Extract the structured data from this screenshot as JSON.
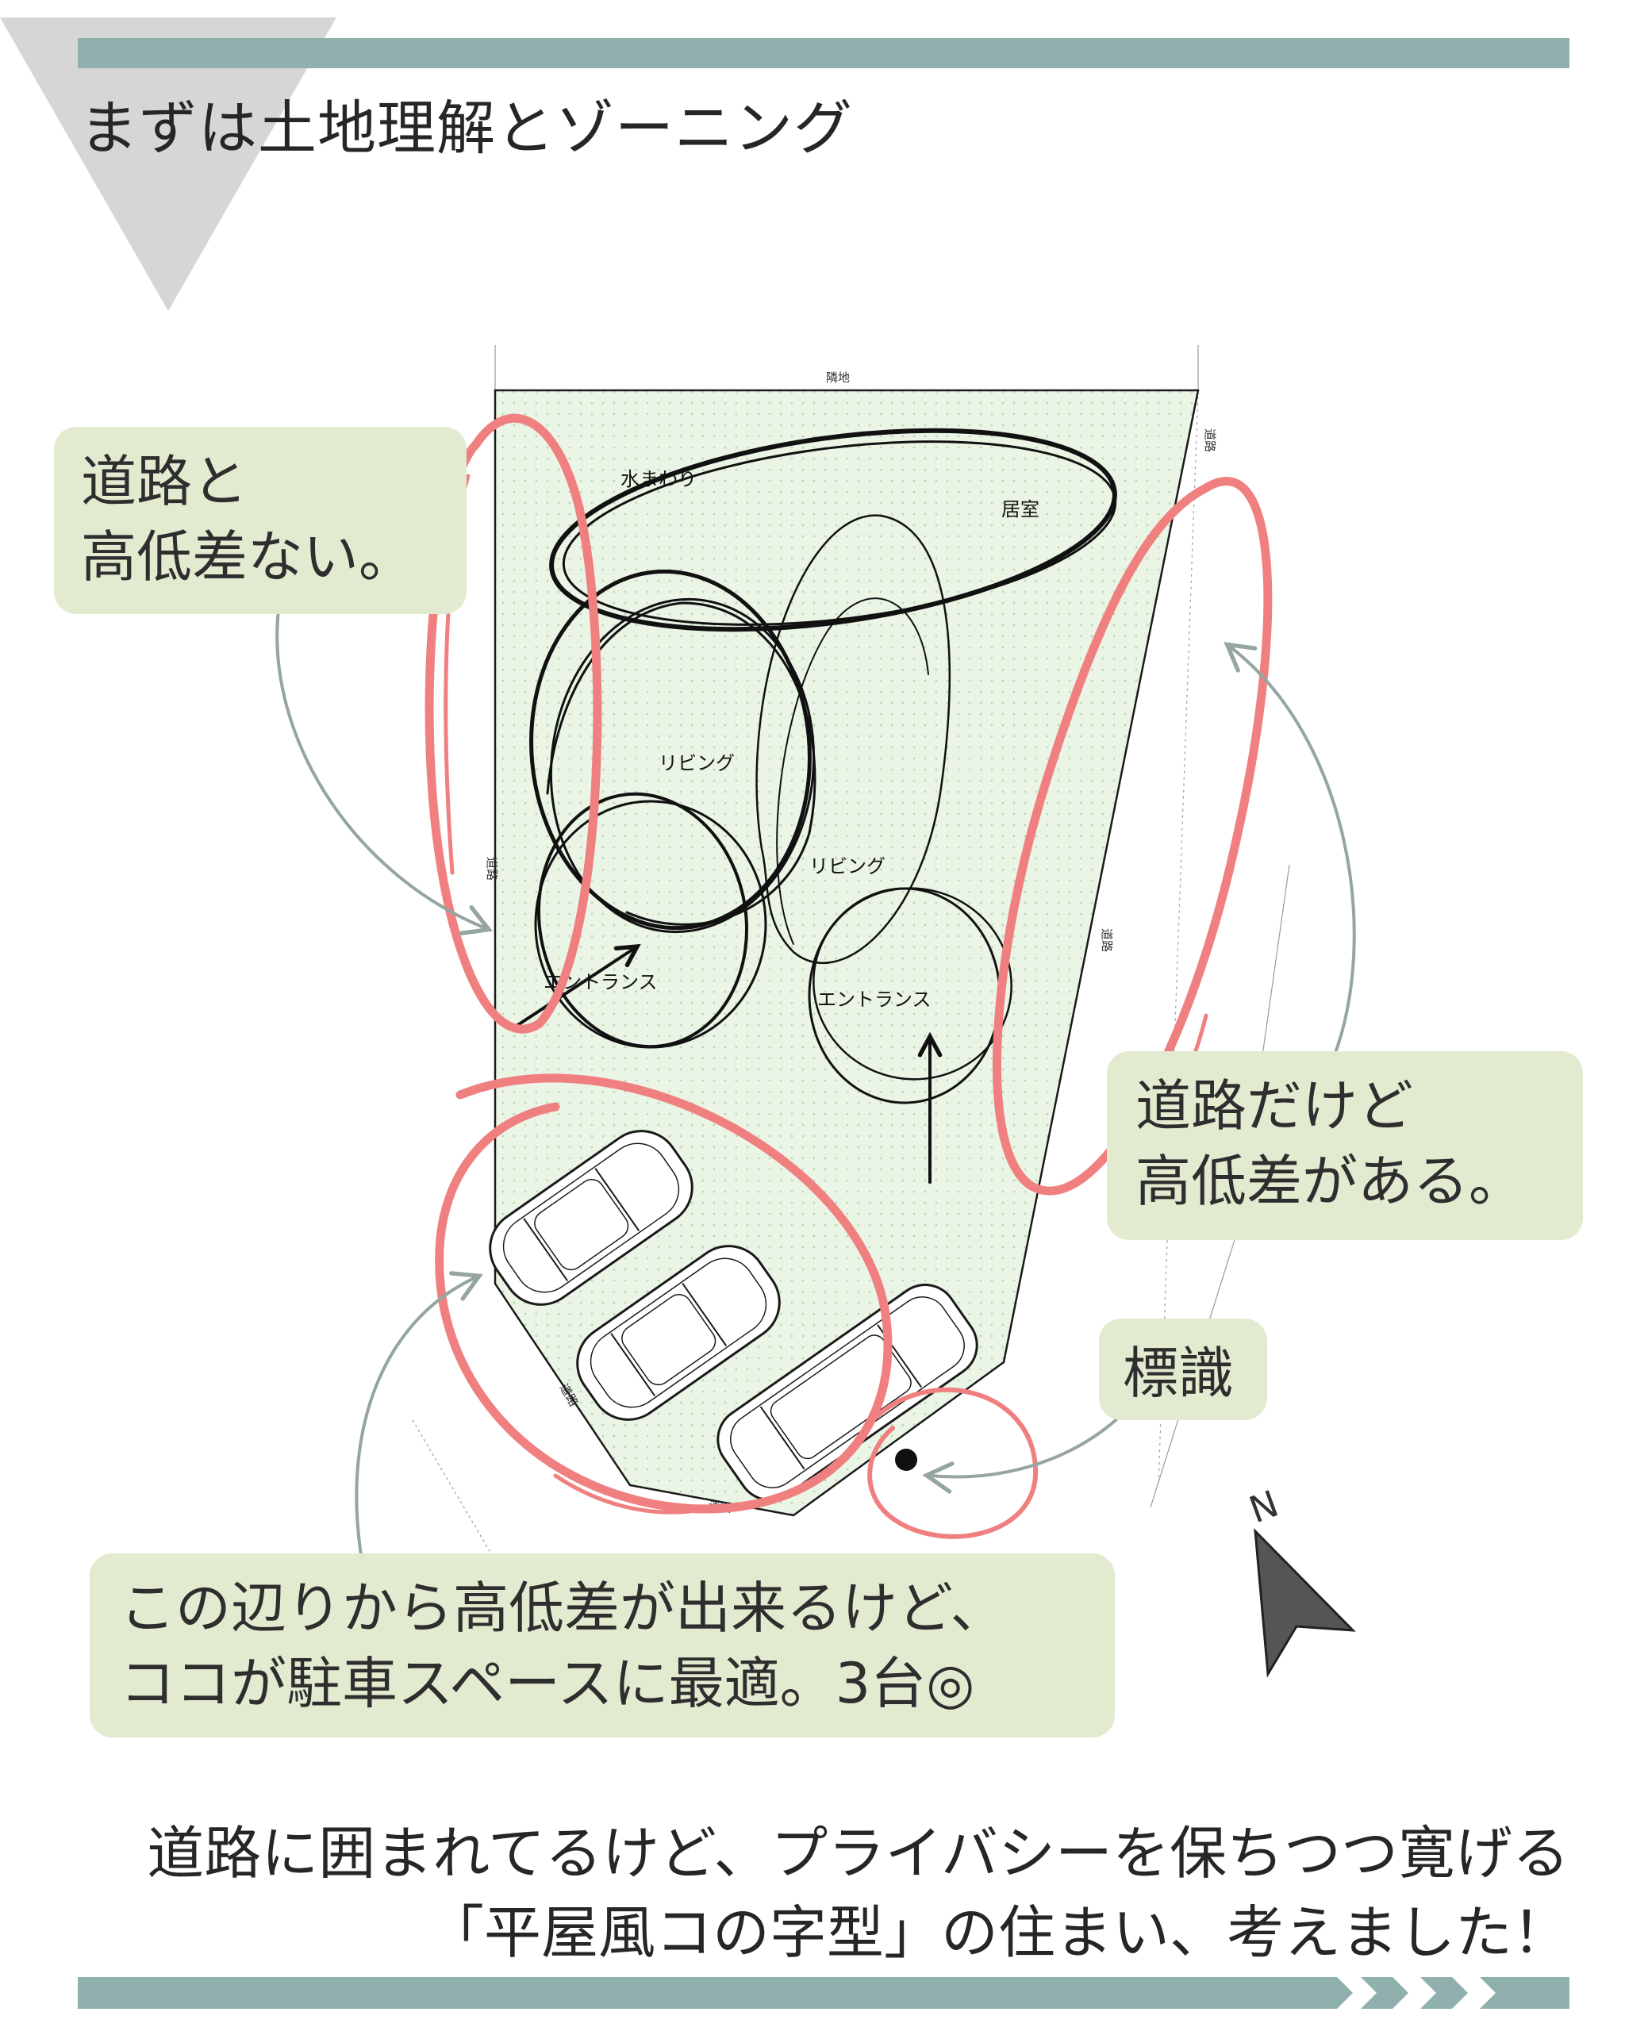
{
  "title": "まずは土地理解とゾーニング",
  "site": {
    "labels": {
      "north_neighbor": "隣地",
      "road_left": "道路",
      "road_right": "道路",
      "road_right_top": "道路",
      "road_diag": "道路",
      "road_bottom": "道路"
    },
    "zones": {
      "water": "水まわり",
      "room": "居室",
      "living_1": "リビング",
      "living_2": "リビング",
      "entrance_1": "エントランス",
      "entrance_2": "エントランス"
    },
    "north_label": "N"
  },
  "callouts": {
    "left": {
      "line1": "道路と",
      "line2": "高低差ない。"
    },
    "right": {
      "line1": "道路だけど",
      "line2": "高低差がある。"
    },
    "sign": {
      "text": "標識"
    },
    "parking": {
      "line1": "この辺りから高低差が出来るけど、",
      "line2": "ココが駐車スペースに最適。3台◎"
    }
  },
  "footer": {
    "line1": "道路に囲まれてるけど、プライバシーを保ちつつ寛げる",
    "line2": "「平屋風コの字型」の住まい、考えました！"
  },
  "colors": {
    "header_bar": "#8fb0ad",
    "corner_triangle": "#d6d6d6",
    "site_fill": "#eaf5e6",
    "red_marker": "#f08080",
    "callout_bg": "#e2ead0",
    "arrow_gray": "#95a5a0",
    "north_arrow": "#4a4a4a"
  }
}
